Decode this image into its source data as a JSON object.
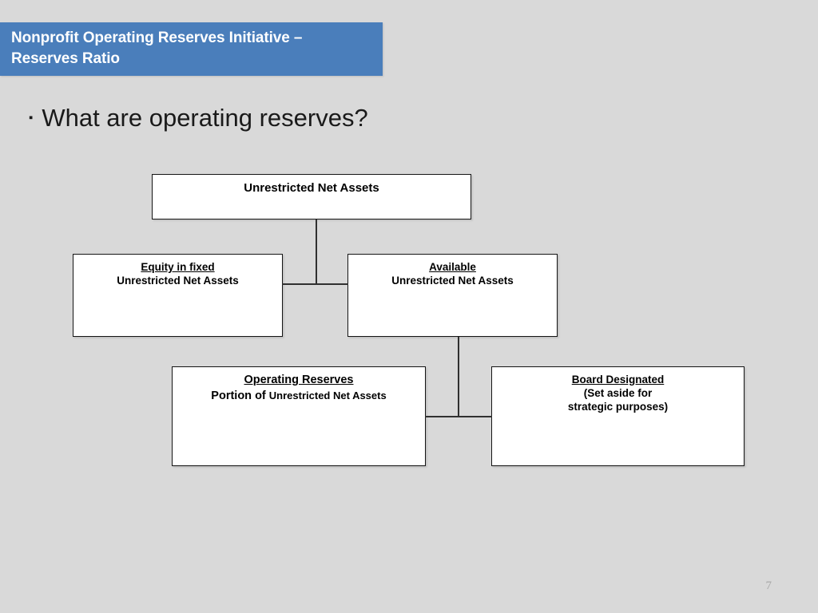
{
  "slide": {
    "background_color": "#d9d9d9",
    "banner_color": "#4a7ebb",
    "page_number": "7"
  },
  "title": {
    "line1": "Nonprofit Operating Reserves Initiative –",
    "line2": "Reserves Ratio"
  },
  "bullet": {
    "glyph": "▪",
    "text": "What are operating reserves?"
  },
  "diagram": {
    "type": "hierarchy",
    "nodes": {
      "unrestricted": {
        "line1": "Unrestricted Net Assets"
      },
      "equity_in_fixed": {
        "line1": "Equity in fixed",
        "line2": "Unrestricted Net Assets"
      },
      "available": {
        "line1": "Available",
        "line2": "Unrestricted Net Assets"
      },
      "operating_reserves": {
        "line1": "Operating Reserves",
        "line2_lead": "Portion of ",
        "line2_rest": "Unrestricted Net Assets"
      },
      "board_designated": {
        "line1": "Board Designated",
        "line2": "(Set aside for",
        "line3": "strategic purposes)"
      }
    }
  }
}
